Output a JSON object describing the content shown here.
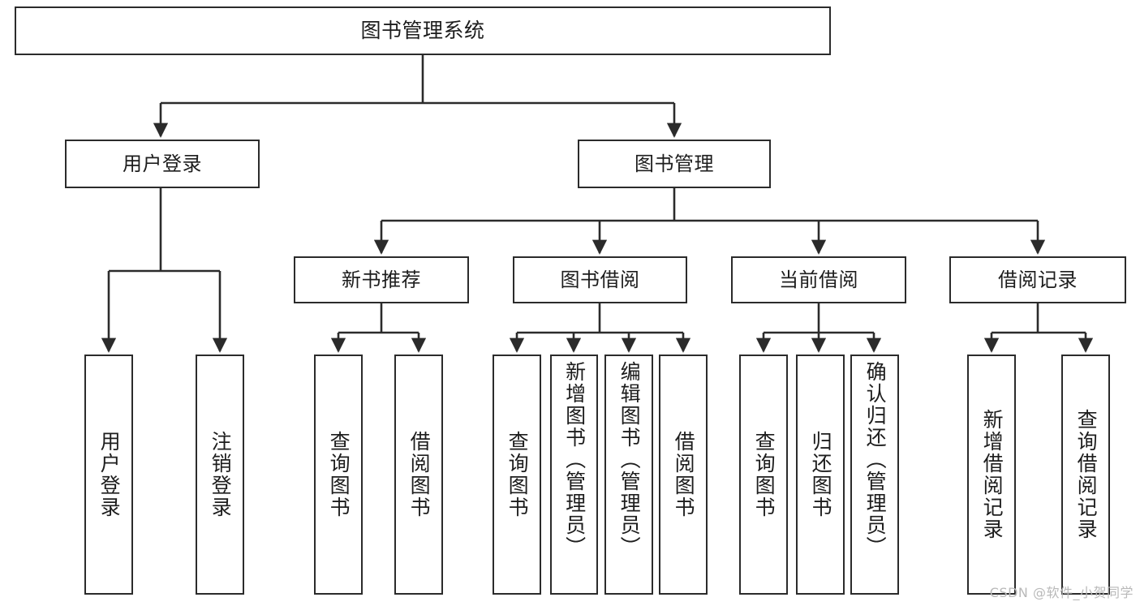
{
  "diagram": {
    "title": "图书管理系统",
    "orientation": "top-down",
    "watermark": "CSDN @软件_小贺同学",
    "colors": {
      "background": "#ffffff",
      "node_border": "#2b2b2b",
      "node_fill": "#ffffff",
      "edge": "#2b2b2b",
      "text": "#1d1d1d",
      "watermark": "#b9b9b9"
    },
    "nodes": {
      "root": {
        "label": "图书管理系统"
      },
      "level1": [
        {
          "id": "user-login",
          "label": "用户登录"
        },
        {
          "id": "book-manage",
          "label": "图书管理"
        }
      ],
      "level2": [
        {
          "id": "new-book-recommend",
          "label": "新书推荐"
        },
        {
          "id": "book-borrow",
          "label": "图书借阅"
        },
        {
          "id": "current-borrow",
          "label": "当前借阅"
        },
        {
          "id": "borrow-record",
          "label": "借阅记录"
        }
      ],
      "leaves": {
        "user-login": [
          {
            "id": "leaf-user-login",
            "label": "用户登录"
          },
          {
            "id": "leaf-logout-login",
            "label": "注销登录"
          }
        ],
        "new-book-recommend": [
          {
            "id": "leaf-query-book-1",
            "label": "查询图书"
          },
          {
            "id": "leaf-borrow-book-1",
            "label": "借阅图书"
          }
        ],
        "book-borrow": [
          {
            "id": "leaf-query-book-2",
            "label": "查询图书"
          },
          {
            "id": "leaf-add-book",
            "label": "新增图书（管理员）"
          },
          {
            "id": "leaf-edit-book",
            "label": "编辑图书（管理员）"
          },
          {
            "id": "leaf-borrow-book-2",
            "label": "借阅图书"
          }
        ],
        "current-borrow": [
          {
            "id": "leaf-query-book-3",
            "label": "查询图书"
          },
          {
            "id": "leaf-return-book",
            "label": "归还图书"
          },
          {
            "id": "leaf-confirm-return",
            "label": "确认归还（管理员）"
          }
        ],
        "borrow-record": [
          {
            "id": "leaf-add-record",
            "label": "新增借阅记录"
          },
          {
            "id": "leaf-query-record",
            "label": "查询借阅记录"
          }
        ]
      }
    }
  }
}
